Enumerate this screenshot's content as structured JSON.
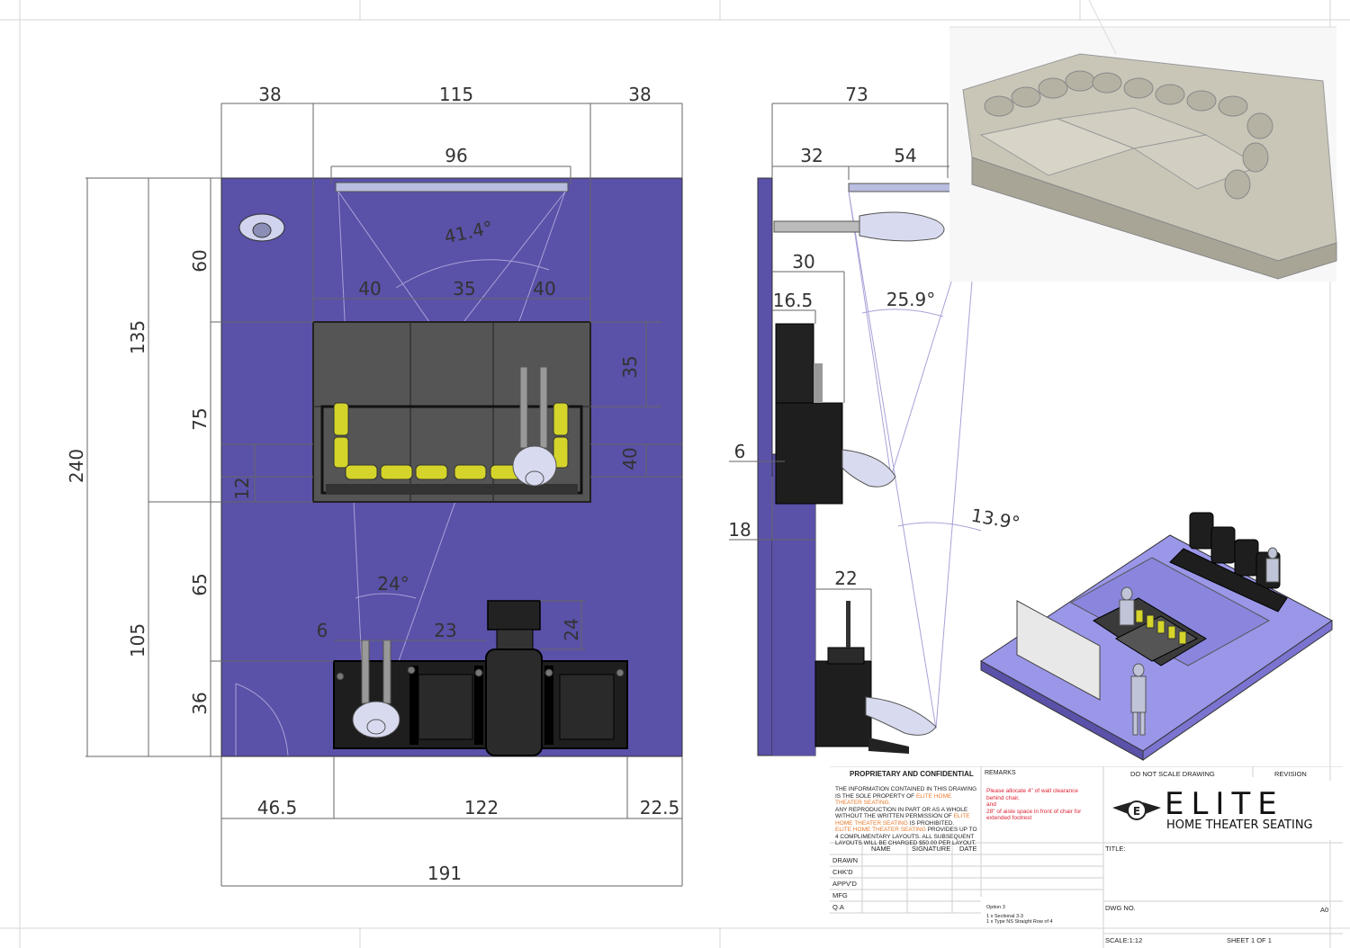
{
  "plan": {
    "top_dims": [
      "38",
      "115",
      "38"
    ],
    "screen_width": "96",
    "screen_angle": "41.4°",
    "sectional_dims": [
      "40",
      "35",
      "40"
    ],
    "left_dims": {
      "total": "240",
      "upper": "135",
      "lower": "105",
      "d60": "60",
      "d75": "75",
      "d12": "12",
      "d65": "65",
      "d36": "36"
    },
    "right_dims": {
      "d35": "35",
      "d40": "40"
    },
    "row_dims": {
      "d6": "6",
      "d23": "23",
      "d24": "24",
      "angle": "24°"
    },
    "bottom_dims": [
      "46.5",
      "122",
      "22.5"
    ],
    "bottom_total": "191"
  },
  "side": {
    "top_total": "73",
    "d32": "32",
    "d54": "54",
    "d30": "30",
    "d16_5": "16.5",
    "angle1": "25.9°",
    "d6": "6",
    "d18": "18",
    "angle2": "13.9°",
    "d22": "22"
  },
  "title_block": {
    "heading": "PROPRIETARY AND CONFIDENTIAL",
    "para1_a": "THE INFORMATION CONTAINED IN THIS DRAWING IS THE SOLE PROPERTY OF",
    "para1_b": "ELITE HOME THEATER SEATING.",
    "para2_a": "ANY REPRODUCTION IN PART OR AS A WHOLE WITHOUT THE WRITTEN PERMISSION OF",
    "para2_b": "ELITE HOME THEATER SEATING",
    "para2_c": "IS PROHIBITED.",
    "para3_a": "ELITE HOME THEATER SEATING",
    "para3_b": "PROVIDES UP TO 4 COMPLIMENTARY LAYOUTS. ALL SUBSEQUENT LAYOUTS WILL BE CHARGED $50.00 PER LAYOUT.",
    "remarks_label": "REMARKS",
    "remarks_1": "Please allocate 4\" of wall clearance behind chair,",
    "remarks_and": "and",
    "remarks_2": "28\" of aisle space in front of chair for extended footrest",
    "option": "Option 3",
    "items": [
      "1 x Sectional 3-3",
      "1 x Type NS Straight Row of 4"
    ],
    "cols": [
      "NAME",
      "SIGNATURE",
      "DATE"
    ],
    "rows": [
      "DRAWN",
      "CHK'D",
      "APPV'D",
      "MFG",
      "Q.A"
    ],
    "dns": "DO NOT SCALE DRAWING",
    "revision": "REVISION",
    "logo_word": "ELITE",
    "logo_sub": "HOME THEATER SEATING",
    "logo_e": "E",
    "title": "TITLE:",
    "dwg": "DWG NO.",
    "size": "A0",
    "scale": "SCALE:1:12",
    "sheet": "SHEET 1 OF 1"
  },
  "colors": {
    "room": "#5a51a8",
    "seat": "#222222",
    "cushion": "#d4d42a",
    "iso_floor": "#9a96e8"
  }
}
